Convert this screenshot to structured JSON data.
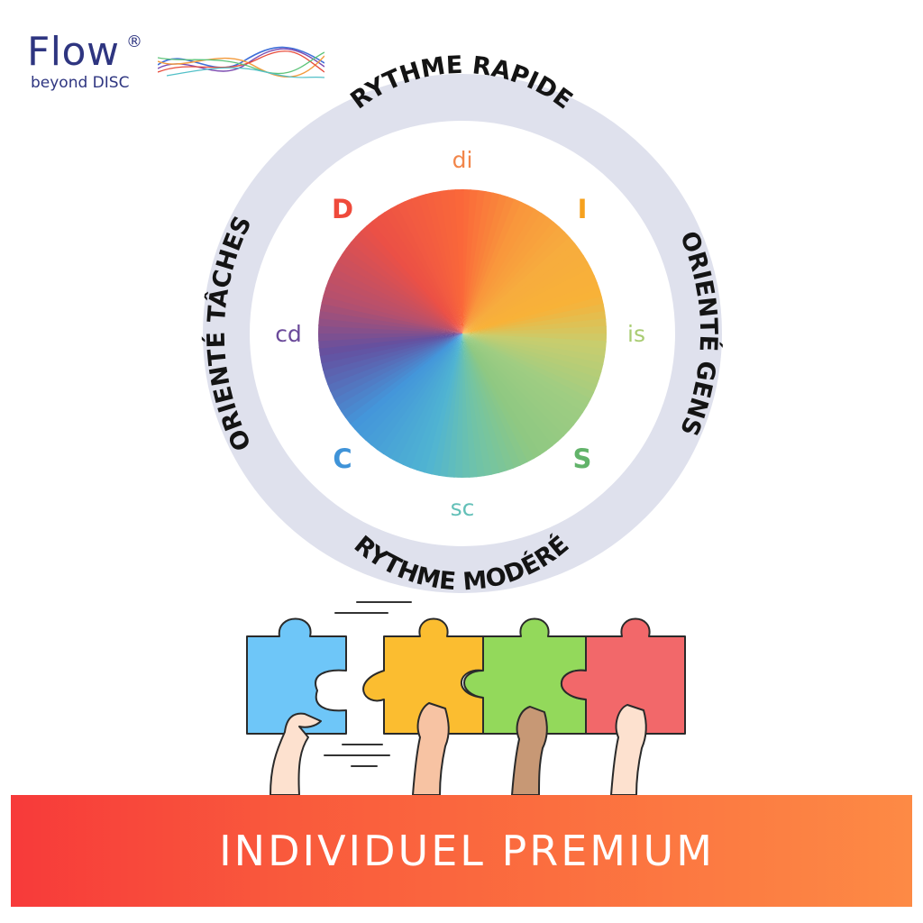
{
  "brand": {
    "name": "Flow",
    "registered": "®",
    "tagline": "beyond DISC",
    "color": "#2e3580"
  },
  "wheel": {
    "top": "RYTHME RAPIDE",
    "bottom": "RYTHME MODÉRÉ",
    "left": "ORIENTÉ TÂCHES",
    "right": "ORIENTÉ GENS",
    "ring_color": "#dfe1ed",
    "labels": {
      "d": {
        "text": "D",
        "color": "#ef4a3b"
      },
      "i": {
        "text": "I",
        "color": "#f6a11e"
      },
      "s": {
        "text": "S",
        "color": "#62b36a"
      },
      "c": {
        "text": "C",
        "color": "#3f93d8"
      },
      "di": {
        "text": "di",
        "color": "#f2864a"
      },
      "is": {
        "text": "is",
        "color": "#a9cc72"
      },
      "sc": {
        "text": "sc",
        "color": "#63c0b8"
      },
      "cd": {
        "text": "cd",
        "color": "#6b4a9a"
      }
    }
  },
  "puzzle": {
    "pieces": [
      {
        "name": "blue",
        "color": "#6ec6f8"
      },
      {
        "name": "yellow",
        "color": "#fbbd30"
      },
      {
        "name": "green",
        "color": "#93d95b"
      },
      {
        "name": "red",
        "color": "#f2686a"
      }
    ]
  },
  "banner": {
    "text": "INDIVIDUEL PREMIUM"
  }
}
